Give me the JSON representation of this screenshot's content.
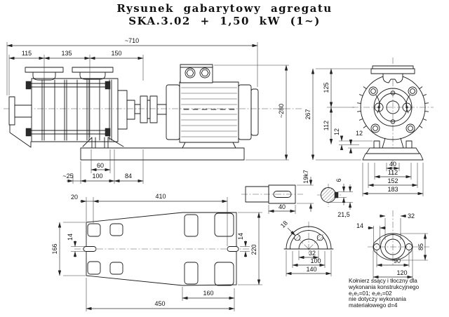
{
  "title": {
    "line1": "Rysunek gabarytowy agregatu",
    "line2": "SKA.3.02 + 1,50 kW (1~)"
  },
  "side_view": {
    "overall_length": "~710",
    "seg1": "115",
    "seg2": "135",
    "seg3": "150",
    "overall_height": "~280",
    "foot_span": "60",
    "edge_offset": "~25",
    "foot_pitch": "100",
    "motor_offset": "84"
  },
  "front_view": {
    "overall_height": "267",
    "top_to_axis": "125",
    "axis_to_base": "112",
    "slot1": "12",
    "slot2": "12",
    "bolt_offset": "40",
    "bolt_span": "112",
    "base_width": "152",
    "base_overall": "183"
  },
  "shaft": {
    "length": "40",
    "diameter": "19k7",
    "key_width": "6",
    "key_height": "21,5"
  },
  "plan_view": {
    "edge_to_hole": "20",
    "hole_span": "410",
    "width_left": "166",
    "slot_left": "14",
    "slot_right": "14",
    "width_right": "220",
    "foot_span": "160",
    "length": "450"
  },
  "suction_flange": {
    "bolt_hole": "18",
    "bore": "32",
    "bolt_circle": "100",
    "outer": "140"
  },
  "discharge_flange": {
    "bore": "32",
    "bolt_hole": "14",
    "height": "85",
    "bolt_span": "90",
    "width": "120"
  },
  "note": {
    "line1": "Kołnierz ssący i tłoczny dla",
    "line2": "wykonania konstrukcyjnego",
    "line3": "e₁e₁=01;  e₁e₁=02",
    "line4": "nie dotyczy wykonania",
    "line5": "materiałowego  d=4"
  },
  "colors": {
    "line": "#1b1b1b",
    "dim": "#2b2b2b",
    "background": "#ffffff"
  }
}
